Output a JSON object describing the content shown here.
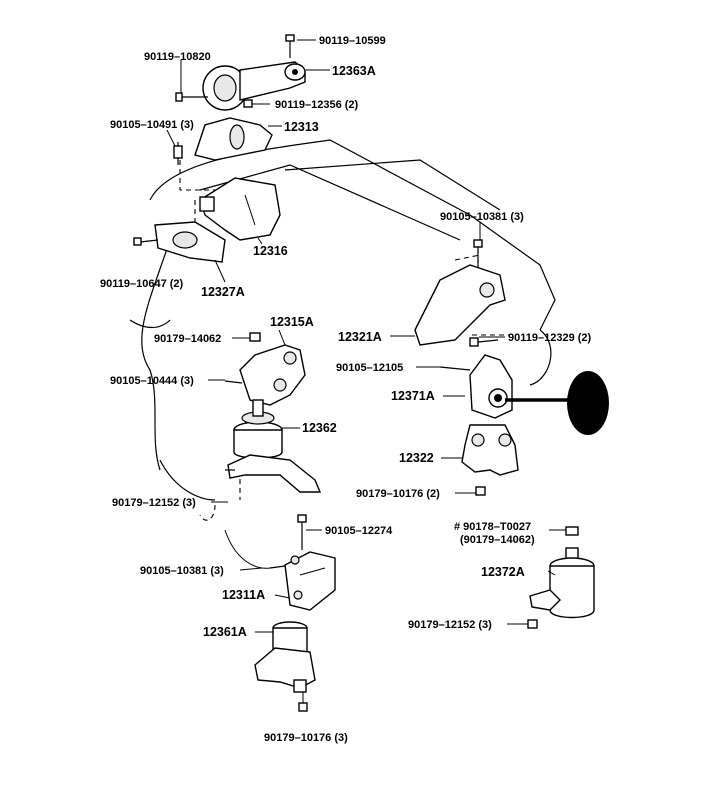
{
  "labels": {
    "b_90119_10599": "90119–10599",
    "b_90119_10820": "90119–10820",
    "p_12363A": "12363A",
    "b_90119_12356": "90119–12356 (2)",
    "b_90105_10491": "90105–10491 (3)",
    "p_12313": "12313",
    "p_12316": "12316",
    "b_90119_10647": "90119–10647 (2)",
    "p_12327A": "12327A",
    "b_90105_10381_top": "90105–10381 (3)",
    "p_12315A": "12315A",
    "b_90179_14062": "90179–14062",
    "p_12321A": "12321A",
    "b_90119_12329": "90119–12329 (2)",
    "b_90105_10444": "90105–10444 (3)",
    "b_90105_12105": "90105–12105",
    "p_12371A": "12371A",
    "p_12362": "12362",
    "p_12322": "12322",
    "b_90179_10176_right": "90179–10176 (2)",
    "b_90179_12152_left": "90179–12152 (3)",
    "b_90105_12274": "90105–12274",
    "b_90178_T0027": "# 90178–T0027",
    "b_90179_14062_paren": "(90179–14062)",
    "b_90105_10381_mid": "90105–10381 (3)",
    "p_12372A": "12372A",
    "p_12311A": "12311A",
    "b_90179_12152_right": "90179–12152 (3)",
    "p_12361A": "12361A",
    "b_90179_10176_bottom": "90179–10176 (3)"
  }
}
